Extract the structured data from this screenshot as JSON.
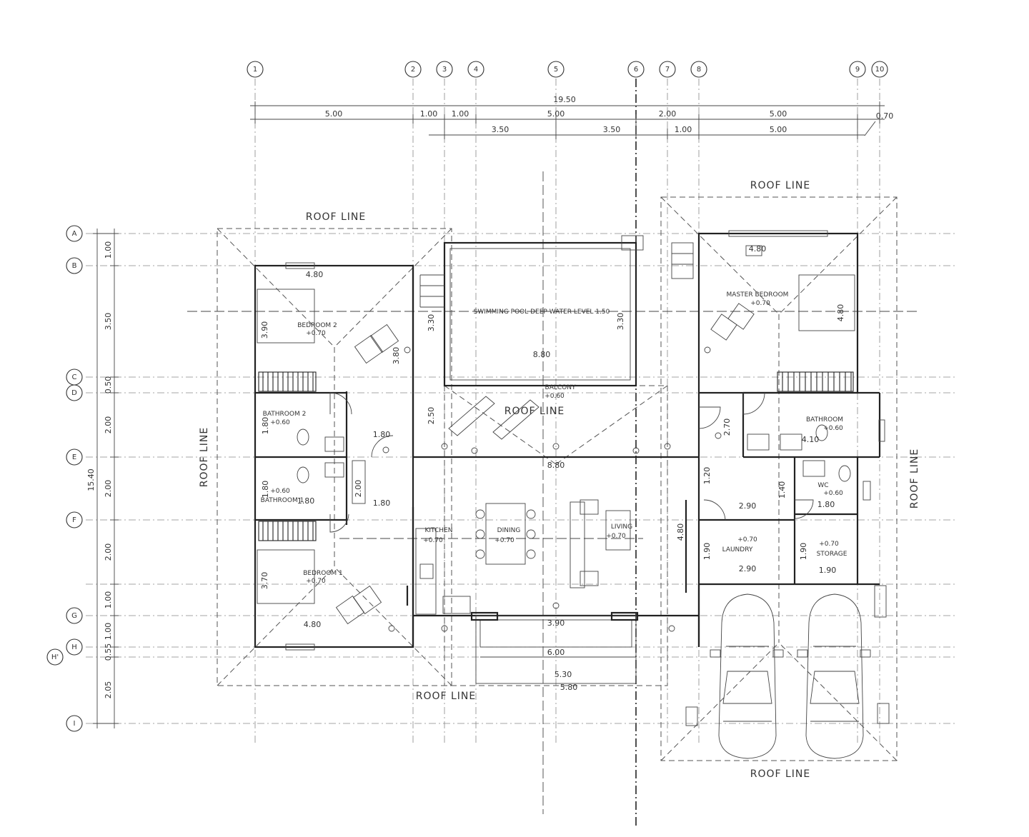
{
  "grid_columns": [
    "1",
    "2",
    "3",
    "4",
    "5",
    "6",
    "7",
    "8",
    "9",
    "10"
  ],
  "grid_rows": [
    "A",
    "B",
    "C",
    "D",
    "E",
    "F",
    "G",
    "H",
    "H'",
    "I"
  ],
  "dimensions": {
    "overall_top": "19.50",
    "top_row1": [
      "5.00",
      "1.00",
      "1.00",
      "5.00",
      "2.00",
      "5.00",
      "0.70"
    ],
    "top_row2": [
      "3.50",
      "3.50",
      "1.00",
      "5.00"
    ],
    "overall_left": "15.40",
    "left_segments": [
      "1.00",
      "3.50",
      "0.50",
      "2.00",
      "2.00",
      "2.00",
      "1.00",
      "1.00",
      "0.55",
      "2.05"
    ],
    "pool_width": "8.80",
    "pool_depth": "3.30",
    "pool_left_depth": "3.30",
    "balcony_width": "8.80",
    "balcony_depth": "2.50",
    "bed2_width": "4.80",
    "bed2_depth": "3.90",
    "bed2_diag": "3.80",
    "bed1_width": "4.80",
    "bed1_depth": "3.70",
    "bath2_w": "1.80",
    "bath1_w": "1.80",
    "bath1_h": "1.80",
    "corr_h": "2.00",
    "corr_w": "1.80",
    "master_width": "4.80",
    "master_depth": "4.80",
    "master_bath_h": "2.70",
    "master_bath_w": "4.10",
    "laundry_w": "2.90",
    "laundry_w2": "2.90",
    "laundry_h": "1.90",
    "storage_w": "1.90",
    "storage_h": "1.90",
    "wc_w": "1.80",
    "wc_h": "1.40",
    "hall_h": "1.20",
    "entry_w1": "6.00",
    "entry_w2": "5.30",
    "entry_w3": "5.80",
    "entry_s1": "3.90",
    "living_w": "4.80"
  },
  "labels": {
    "roof_line": "ROOF LINE",
    "pool": "SWIMMING POOL DEEP WATER LEVEL 1.50",
    "balcony": "BALCONY",
    "balcony_lvl": "+0.60",
    "bedroom2": "BEDROOM 2",
    "bedroom2_lvl": "+0.70",
    "bedroom1": "BEDROOM 1",
    "bedroom1_lvl": "+0.70",
    "bathroom2": "BATHROOM 2",
    "bathroom2_lvl": "+0.60",
    "bathroom1": "BATHROOM 1",
    "bathroom1_lvl": "+0.60",
    "master_bedroom": "MASTER BEDROOM",
    "master_lvl": "+0.70",
    "bathroom": "BATHROOM",
    "bathroom_lvl": "+0.60",
    "wc": "WC",
    "wc_lvl": "+0.60",
    "kitchen": "KITCHEN",
    "kitchen_lvl": "+0.70",
    "dining": "DINING",
    "dining_lvl": "+0.70",
    "living": "LIVING",
    "living_lvl": "+0.70",
    "laundry": "LAUNDRY",
    "laundry_lvl": "+0.70",
    "storage": "STORAGE",
    "storage_lvl": "+0.70"
  }
}
